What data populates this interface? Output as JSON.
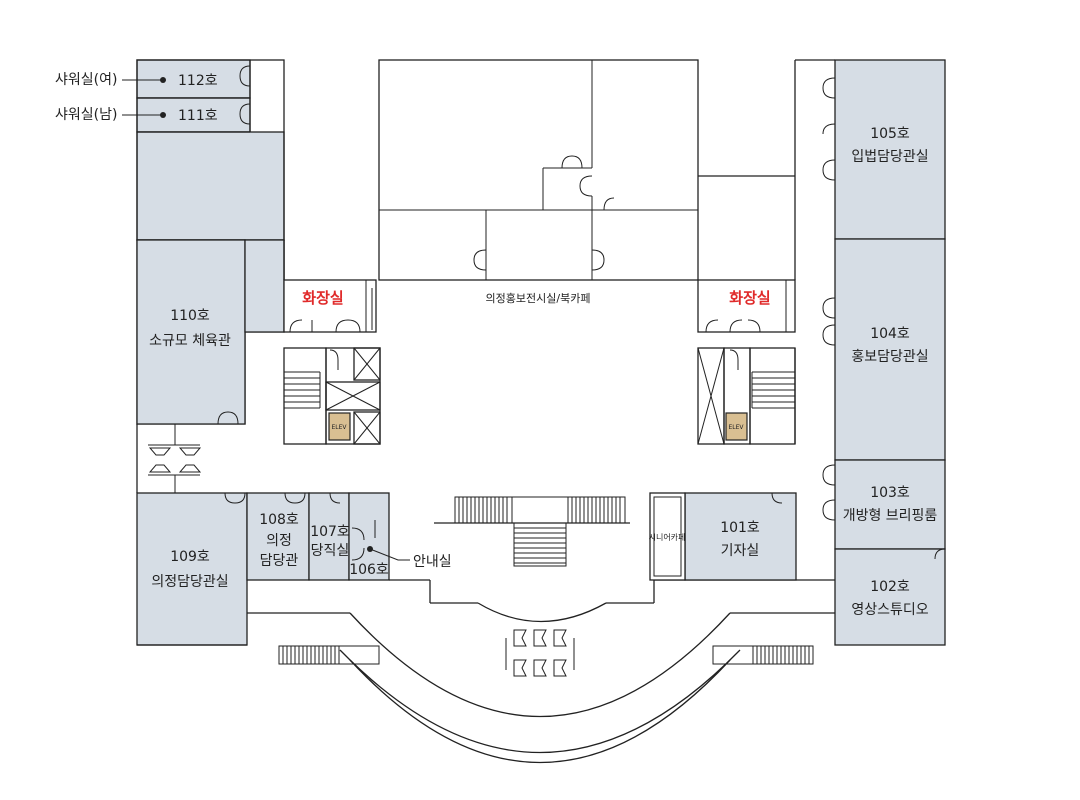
{
  "rooms": {
    "r112": "112호",
    "r111": "111호",
    "r110_no": "110호",
    "r110_name": "소규모 체육관",
    "r109_no": "109호",
    "r109_name": "의정담당관실",
    "r108_no": "108호",
    "r108_name1": "의정",
    "r108_name2": "담당관",
    "r107_no": "107호",
    "r107_name": "당직실",
    "r106_no": "106호",
    "r105_no": "105호",
    "r105_name": "입법담당관실",
    "r104_no": "104호",
    "r104_name": "홍보담당관실",
    "r103_no": "103호",
    "r103_name": "개방형 브리핑룸",
    "r102_no": "102호",
    "r102_name": "영상스튜디오",
    "r101_no": "101호",
    "r101_name": "기자실",
    "snack": "시니어카페",
    "hall": "의정홍보전시실/북카페",
    "wc_left": "화장실",
    "wc_right": "화장실",
    "elev_left": "ELEV",
    "elev_right": "ELEV"
  },
  "callouts": {
    "shower_female": "샤워실(여)",
    "shower_male": "샤워실(남)",
    "info": "안내실"
  },
  "colors": {
    "room_fill": "#d6dde5",
    "elevator_fill": "#d9bf92",
    "restroom_text": "#e02a2a"
  }
}
